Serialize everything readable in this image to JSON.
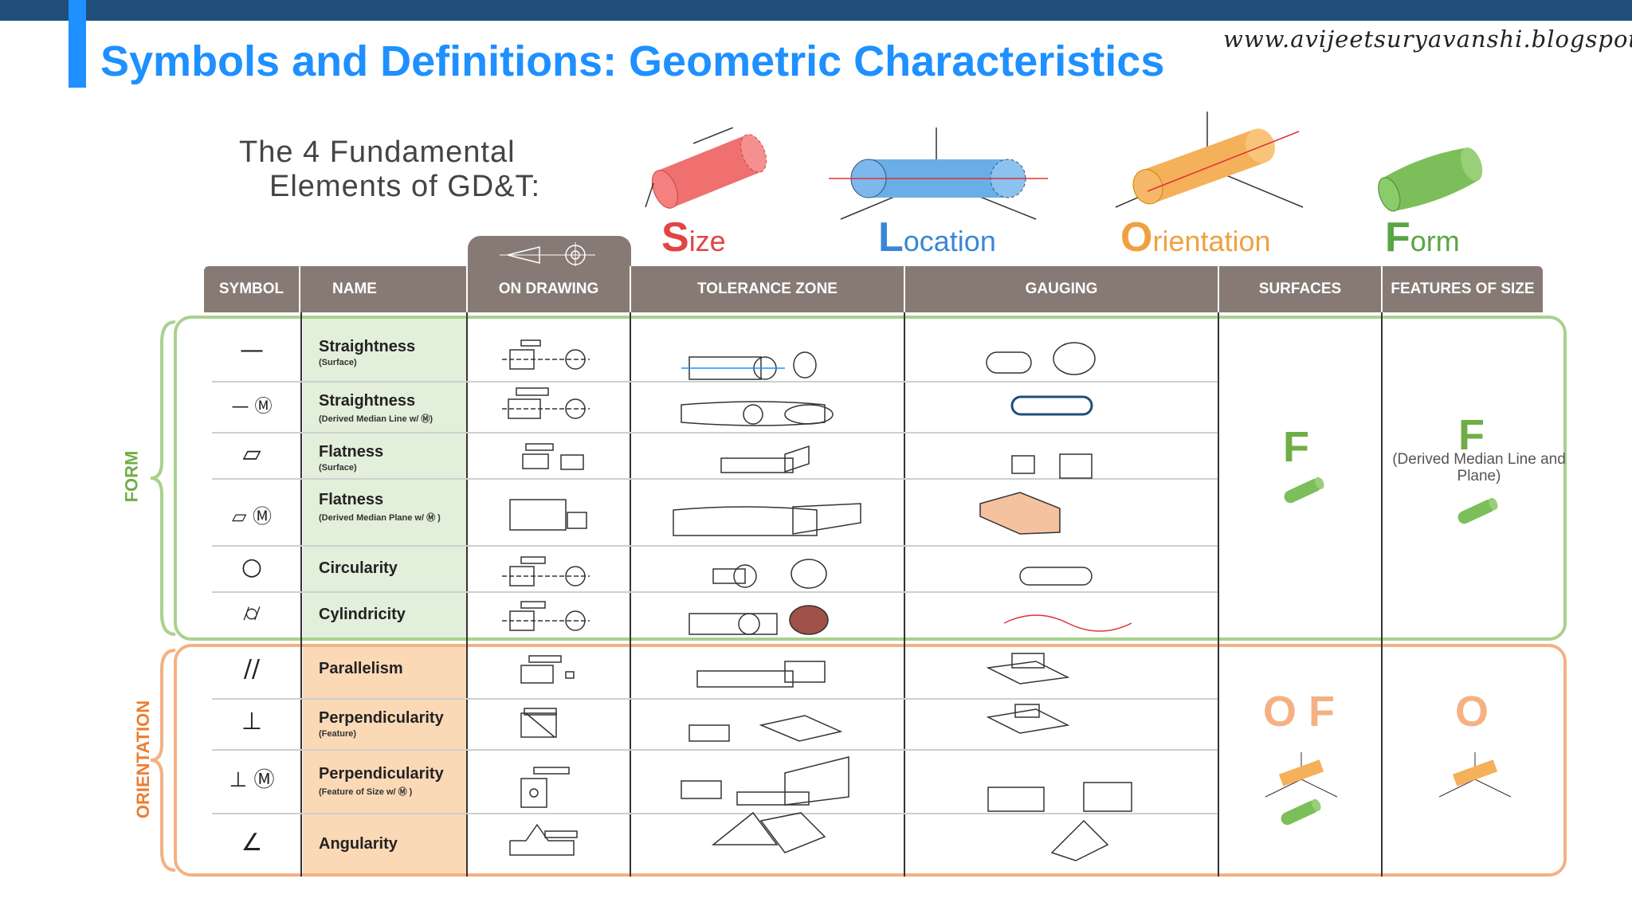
{
  "header": {
    "title": "Symbols and Definitions: Geometric Characteristics",
    "url": "www.avijeetsuryavanshi.blogspot.com"
  },
  "fundamentals": {
    "line1": "The 4 Fundamental",
    "line2": "Elements of GD&T:",
    "elements": [
      {
        "initial": "S",
        "rest": "ize"
      },
      {
        "initial": "L",
        "rest": "ocation"
      },
      {
        "initial": "O",
        "rest": "rientation"
      },
      {
        "initial": "F",
        "rest": "orm"
      }
    ]
  },
  "table": {
    "columns": [
      "SYMBOL",
      "NAME",
      "ON DRAWING",
      "TOLERANCE ZONE",
      "GAUGING",
      "SURFACES",
      "FEATURES OF SIZE"
    ],
    "categories": {
      "form": "FORM",
      "orientation": "ORIENTATION"
    },
    "rows": [
      {
        "symbol": "—",
        "name": "Straightness",
        "sub": "(Surface)"
      },
      {
        "symbol": "— Ⓜ",
        "name": "Straightness",
        "sub": "(Derived Median Line w/ Ⓜ)"
      },
      {
        "symbol": "▱",
        "name": "Flatness",
        "sub": "(Surface)"
      },
      {
        "symbol": "▱ Ⓜ",
        "name": "Flatness",
        "sub": "(Derived Median Plane w/ Ⓜ )"
      },
      {
        "symbol": "○",
        "name": "Circularity",
        "sub": ""
      },
      {
        "symbol": "⌭",
        "name": "Cylindricity",
        "sub": ""
      },
      {
        "symbol": "//",
        "name": "Parallelism",
        "sub": ""
      },
      {
        "symbol": "⊥",
        "name": "Perpendicularity",
        "sub": "(Feature)"
      },
      {
        "symbol": "⊥ Ⓜ",
        "name": "Perpendicularity",
        "sub": "(Feature of Size w/ Ⓜ )"
      },
      {
        "symbol": "∠",
        "name": "Angularity",
        "sub": ""
      }
    ],
    "form_surfaces": "F",
    "form_features": "F",
    "form_features_note": "(Derived Median Line and Plane)",
    "ori_surfaces": "O F",
    "ori_features": "O"
  },
  "colors": {
    "accent_blue": "#1e90ff",
    "form_green": "#70ad47",
    "orientation_orange": "#ed7d31",
    "header_gray": "#877a74"
  }
}
